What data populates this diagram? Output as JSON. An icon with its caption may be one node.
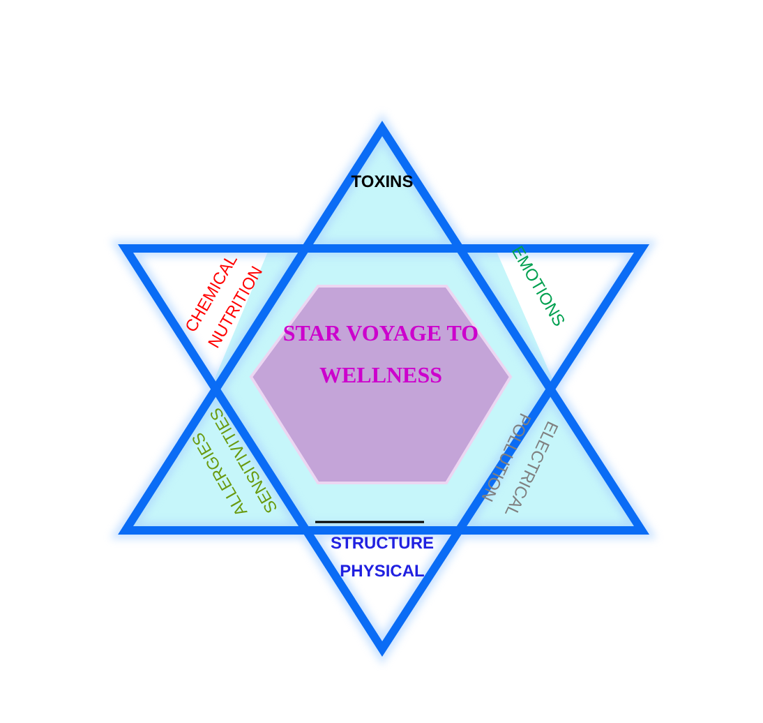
{
  "diagram": {
    "nodes": [
      {
        "text": [
          "STAR VOYAGE TO WELLNESS"
        ]
      },
      {
        "text": [
          "TOXINS"
        ]
      },
      {
        "text": [
          "CHEMICAL NUTRITION"
        ]
      },
      {
        "text": [
          "EMOTIONS"
        ]
      },
      {
        "text": [
          "ALLERGIES SENSITIVITIES"
        ]
      },
      {
        "text": [
          "ELECTRICAL POLLUTION"
        ]
      },
      {
        "text": [
          "STRUCTURE PHYSICAL"
        ]
      }
    ],
    "edges": []
  }
}
